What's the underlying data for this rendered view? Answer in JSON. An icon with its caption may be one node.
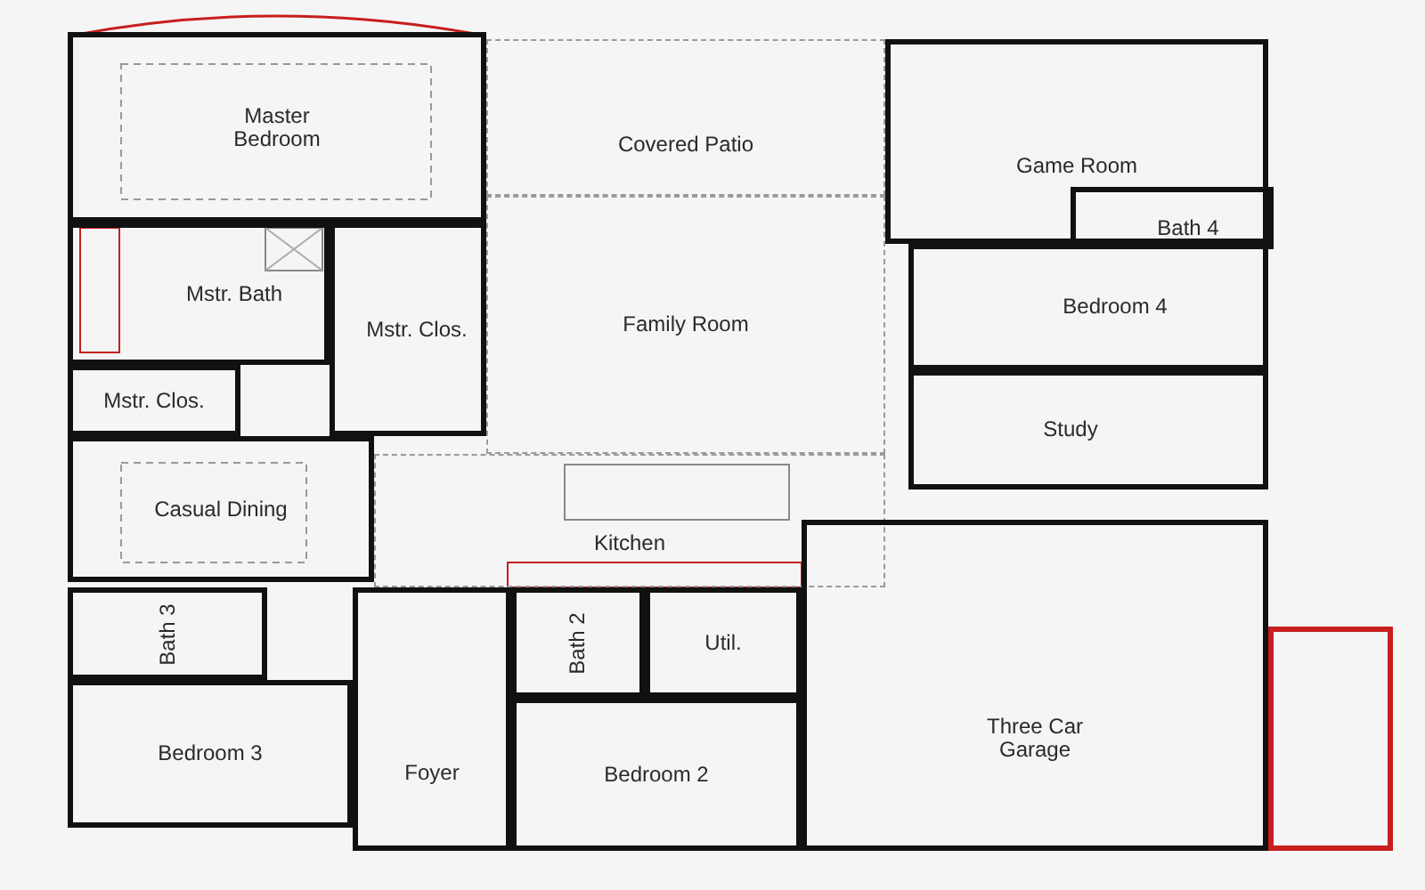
{
  "diagram": {
    "nodes": [
      {
        "text": [
          "Master Bedroom"
        ]
      },
      {
        "text": [
          "Covered Patio"
        ]
      },
      {
        "text": [
          "Game Room"
        ]
      },
      {
        "text": [
          "Bath 4"
        ],
        "in": 2
      },
      {
        "text": [
          "Mstr. Bath"
        ]
      },
      {
        "text": [
          "Family Room"
        ]
      },
      {
        "text": [
          "Mstr. Clos."
        ]
      },
      {
        "text": [
          "Bedroom 4"
        ]
      },
      {
        "text": [
          "Mstr. Clos."
        ]
      },
      {
        "text": [
          "Study"
        ]
      },
      {
        "text": [
          "Casual Dining"
        ]
      },
      {
        "text": [
          "Kitchen"
        ]
      },
      {
        "text": [
          "Bath 3"
        ]
      },
      {
        "text": [
          "Foyer"
        ]
      },
      {
        "text": [
          "Bath 2"
        ]
      },
      {
        "text": [
          "Util."
        ]
      },
      {
        "text": [
          "Bedroom 3"
        ]
      },
      {
        "text": [
          "Three Car Garage"
        ]
      },
      {
        "text": [
          "Bedroom 2"
        ]
      },
      {
        "text": [],
        "shape": "box"
      }
    ]
  }
}
